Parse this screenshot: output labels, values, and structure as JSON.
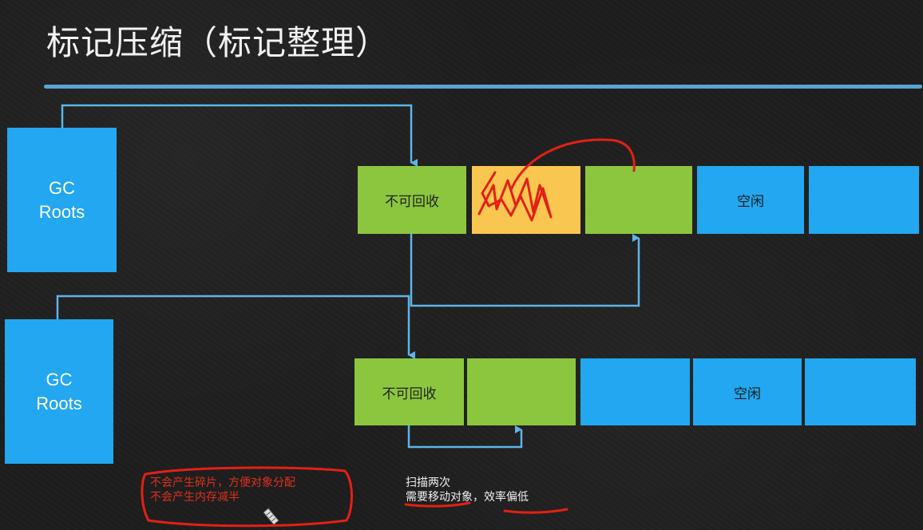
{
  "title": "标记压缩（标记整理）",
  "gc_roots": [
    "GC\nRoots",
    "GC\nRoots"
  ],
  "row1": {
    "cell1": "不可回收",
    "cell4": "空闲"
  },
  "row2": {
    "cell1": "不可回收",
    "cell4": "空闲"
  },
  "notes": {
    "pros": [
      "不会产生碎片，方便对象分配",
      "不会产生内存减半"
    ],
    "cons": [
      "扫描两次",
      "需要移动对象，效率偏低"
    ]
  },
  "colors": {
    "live": "#8cc63f",
    "free": "#22a7f0",
    "garbage": "#f9c74f",
    "accent": "#5fb4e6",
    "annotation": "#e0301e"
  }
}
